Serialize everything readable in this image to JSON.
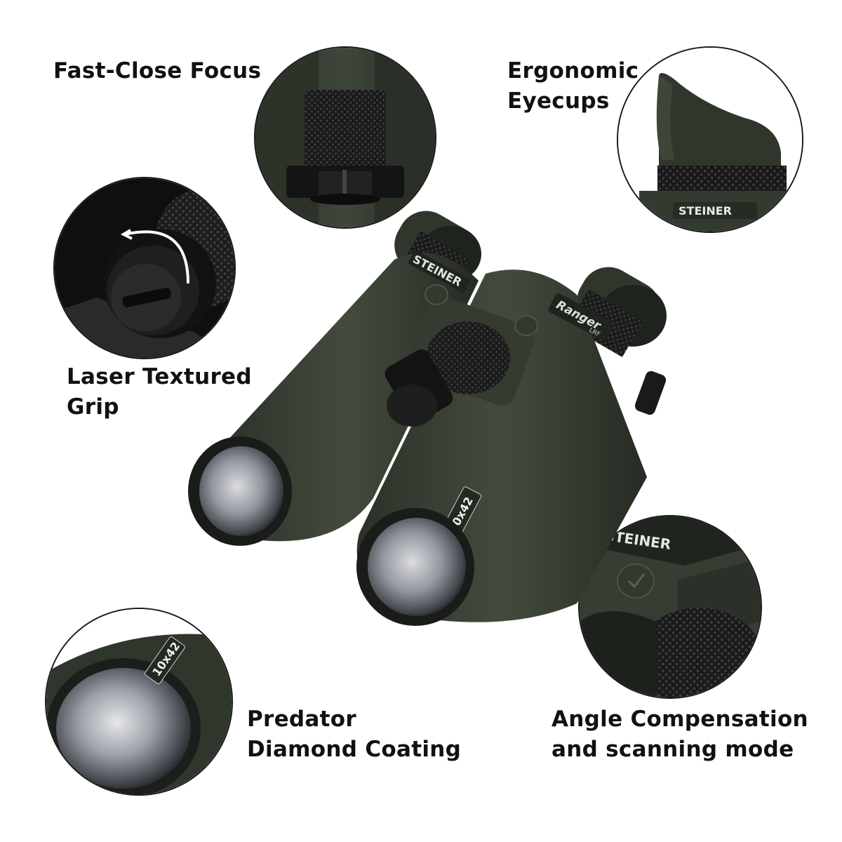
{
  "features": {
    "focus": {
      "lines": [
        "Fast-Close Focus"
      ]
    },
    "eyecups": {
      "lines": [
        "Ergonomic",
        "Eyecups"
      ]
    },
    "grip": {
      "lines": [
        "Laser Textured",
        "Grip"
      ]
    },
    "coating": {
      "lines": [
        "Predator",
        "Diamond Coating"
      ]
    },
    "angle": {
      "lines": [
        "Angle Compensation",
        "and scanning mode"
      ]
    }
  },
  "product": {
    "brand": "STEINER",
    "model": "Ranger",
    "model_sub": "LRF",
    "spec": "10x42"
  },
  "colors": {
    "body": "#3a4136",
    "body_dark": "#262b24",
    "rubber": "#1c1e1b",
    "lens": "#8a8f9a"
  }
}
